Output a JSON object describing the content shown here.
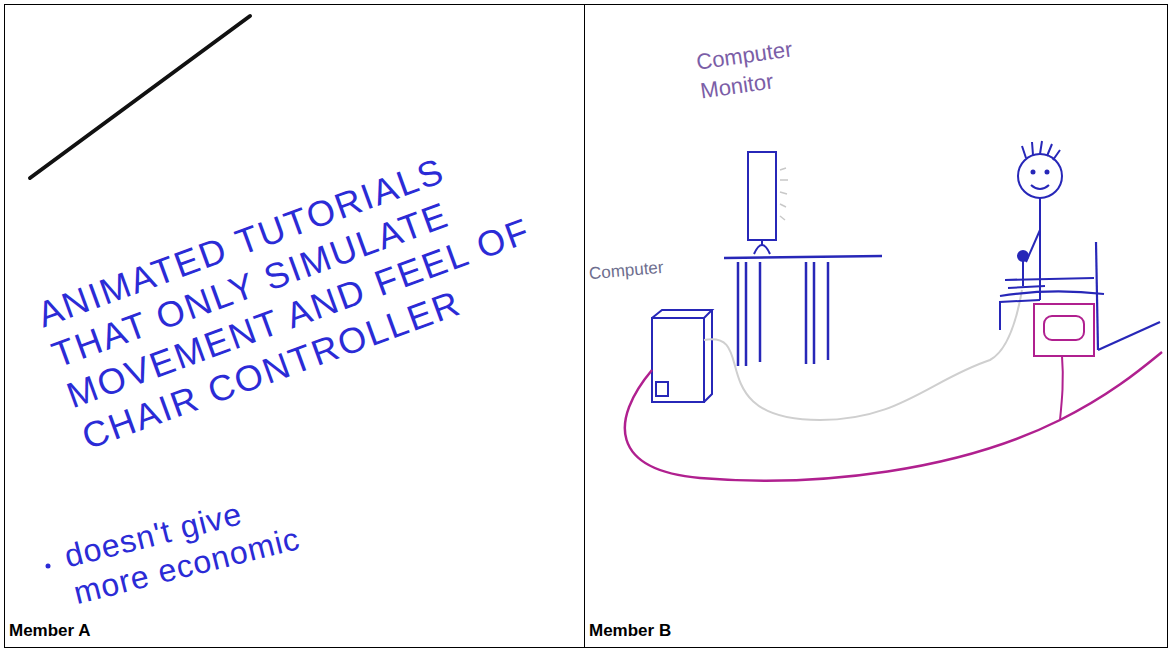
{
  "diagram": {
    "nodes": [
      {
        "text": [
          "ANIMATED TUTORIALS THAT ONLY SIMULATE MOVEMENT AND FEEL OF CHAIR CONTROLLER",
          "doesn't give more economic",
          "Member A"
        ]
      },
      {
        "text": [
          "Computer Monitor",
          "Computer",
          "Member B"
        ]
      }
    ]
  }
}
